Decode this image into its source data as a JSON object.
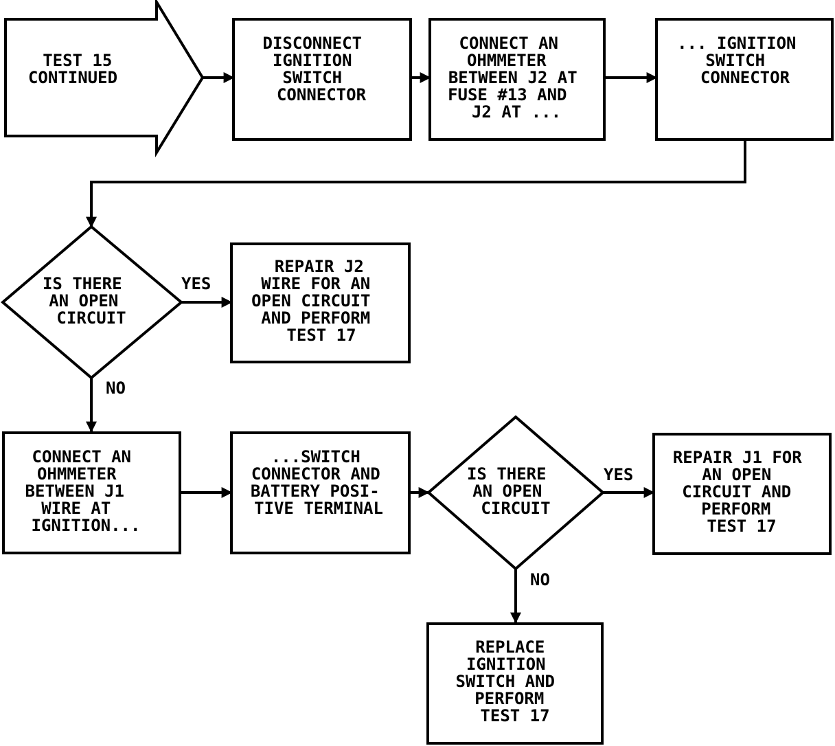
{
  "nodes": {
    "start": {
      "lines": [
        "TEST 15",
        "CONTINUED"
      ]
    },
    "disconnect": {
      "lines": [
        "DISCONNECT",
        "IGNITION",
        "SWITCH",
        "CONNECTOR"
      ]
    },
    "connect_j2": {
      "lines": [
        "CONNECT AN",
        "OHMMETER",
        "BETWEEN J2 AT",
        "FUSE #13 AND",
        "J2 AT ..."
      ]
    },
    "ignition_connector": {
      "lines": [
        "... IGNITION",
        "SWITCH",
        "CONNECTOR"
      ]
    },
    "decision1": {
      "lines": [
        "IS THERE",
        "AN OPEN",
        "CIRCUIT"
      ]
    },
    "repair_j2": {
      "lines": [
        "REPAIR J2",
        "WIRE FOR AN",
        "OPEN CIRCUIT",
        "AND PERFORM",
        "TEST 17"
      ]
    },
    "connect_j1": {
      "lines": [
        "CONNECT AN",
        "OHMMETER",
        "BETWEEN J1",
        "WIRE AT",
        "IGNITION..."
      ]
    },
    "switch_battery": {
      "lines": [
        "...SWITCH",
        "CONNECTOR AND",
        "BATTERY POSI-",
        "TIVE TERMINAL"
      ]
    },
    "decision2": {
      "lines": [
        "IS THERE",
        "AN OPEN",
        "CIRCUIT"
      ]
    },
    "repair_j1": {
      "lines": [
        "REPAIR J1 FOR",
        "AN OPEN",
        "CIRCUIT AND",
        "PERFORM",
        "TEST 17"
      ]
    },
    "replace_switch": {
      "lines": [
        "REPLACE",
        "IGNITION",
        "SWITCH AND",
        "PERFORM",
        "TEST 17"
      ]
    }
  },
  "branches": {
    "d1_yes": "YES",
    "d1_no": "NO",
    "d2_yes": "YES",
    "d2_no": "NO"
  }
}
